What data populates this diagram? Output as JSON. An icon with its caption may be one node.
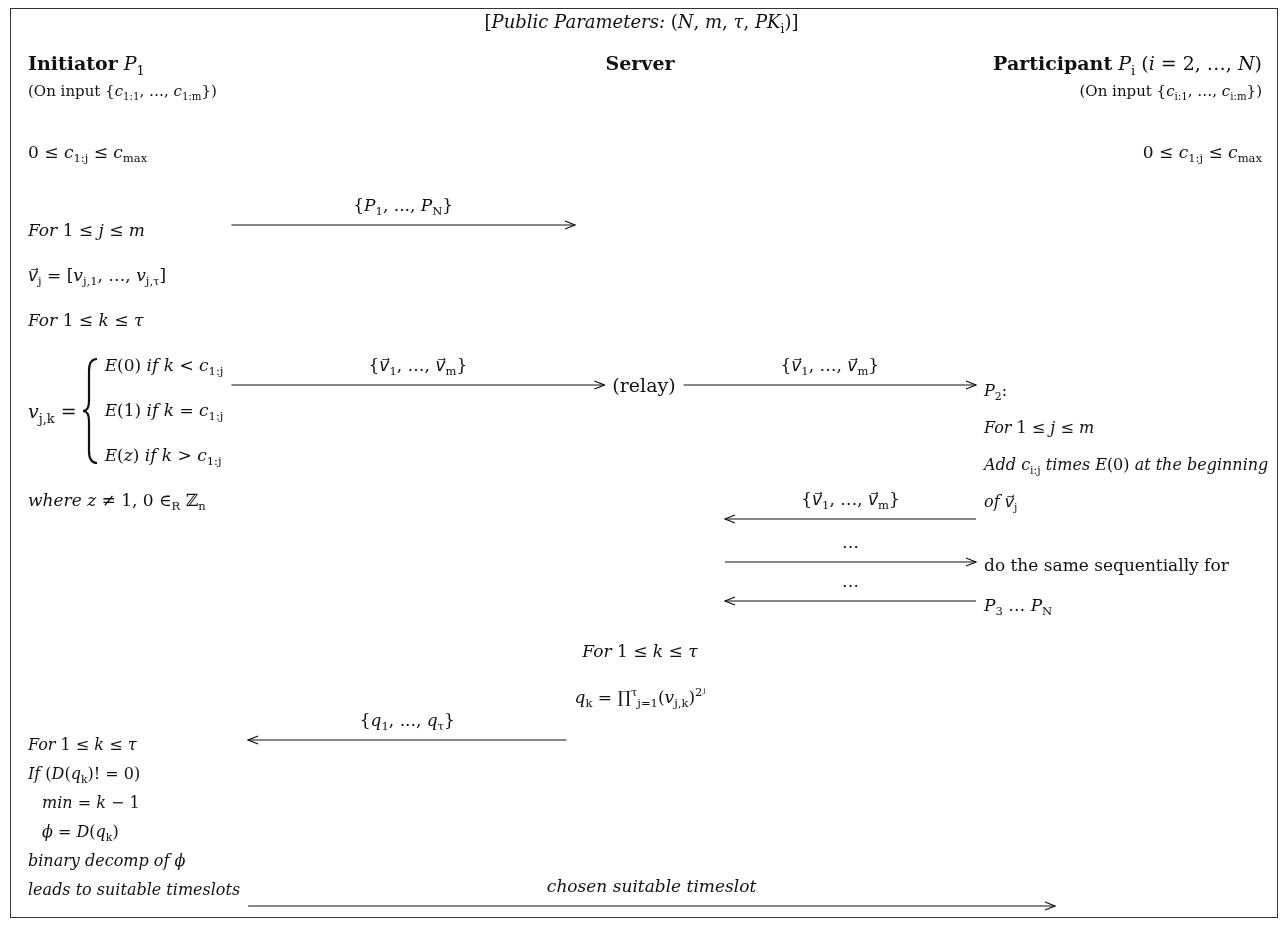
{
  "diagram": {
    "title": "[*Public Parameters:* (*N*, *m*, *τ*, *PK*$_{i}$)]",
    "nodes": [
      {
        "text": [
          "**Initiator** *P*$_{1}$",
          "(On input {*c*$_{1:1}$, …, *c*$_{1:m}$})"
        ]
      },
      {
        "text": [
          "Server"
        ]
      },
      {
        "text": [
          "**Participant** *P*$_{i}$ (*i* = 2, …, *N*)",
          "(On input {*c*$_{i:1}$, …, *c*$_{i:m}$})"
        ]
      },
      {
        "text": [
          "*For* 1 ≤ *j* ≤ *m*",
          "*v⃗*$_{j}$ = [*v*$_{j,1}$, …, *v*$_{j,τ}$]",
          "*For* 1 ≤ *k* ≤ *τ*",
          "*v*$_{j,k}$ =",
          "*E*(0) *if k* < *c*$_{1:j}$",
          "*E*(1) *if k* = *c*$_{1:j}$",
          "*E*(*z*) *if k* > *c*$_{1:j}$",
          "*where z* ≠ 1, 0 ∈$_{R}$ ℤ$_{n}$"
        ]
      },
      {
        "text": [
          "(relay)"
        ]
      },
      {
        "text": [
          "*P*$_{2}$:",
          "*For* 1 ≤ *j* ≤ *m*",
          "*Add c*$_{i:j}$ *times E*(0) *at the beginning of v⃗*$_{j}$"
        ]
      },
      {
        "text": [
          "do the same sequentially for *P*$_{3}$ … *P*$_{N}$"
        ]
      },
      {
        "text": [
          "*For* 1 ≤ *k* ≤ *τ*",
          "*q*$_{k}$ = ∏$^{τ}$$_{j=1}$(*v*$_{j,k}$)$^{2ʲ}$"
        ]
      },
      {
        "text": [
          "*For* 1 ≤ *k* ≤ *τ*",
          "*If* (*D*(*q*$_{k}$)! = 0)",
          "*min* = *k* − 1",
          "*ϕ* = *D*(*q*$_{k}$)",
          "binary decomp of ϕ",
          "leads to suitable timeslots"
        ]
      }
    ],
    "edges": [
      {
        "from": 3,
        "to": null,
        "arrow": "to",
        "label": "{*P*$_{1}$, ..., *P*$_{N}$}"
      },
      {
        "from": 3,
        "to": 4,
        "arrow": "to",
        "label": "{*v⃗*$_{1}$, …, *v⃗*$_{m}$}"
      },
      {
        "from": 4,
        "to": 5,
        "arrow": "to",
        "label": "{*v⃗*$_{1}$, …, *v⃗*$_{m}$}"
      },
      {
        "from": 5,
        "to": null,
        "arrow": "to",
        "label": "{*v⃗*$_{1}$, …, *v⃗*$_{m}$}"
      },
      {
        "from": null,
        "to": 6,
        "arrow": "to",
        "label": "…"
      },
      {
        "from": 6,
        "to": null,
        "arrow": "to",
        "label": "…"
      },
      {
        "from": 7,
        "to": 8,
        "arrow": "to",
        "label": "{*q*$_{1}$, ..., *q*$_{τ}$}"
      },
      {
        "from": 8,
        "to": null,
        "arrow": "to",
        "label": "chosen suitable timeslot"
      }
    ],
    "labels": [
      "0 ≤ *c*$_{1:j}$ ≤ *c*$_{max}$",
      "0 ≤ *c*$_{1:j}$ ≤ *c*$_{max}$"
    ]
  }
}
